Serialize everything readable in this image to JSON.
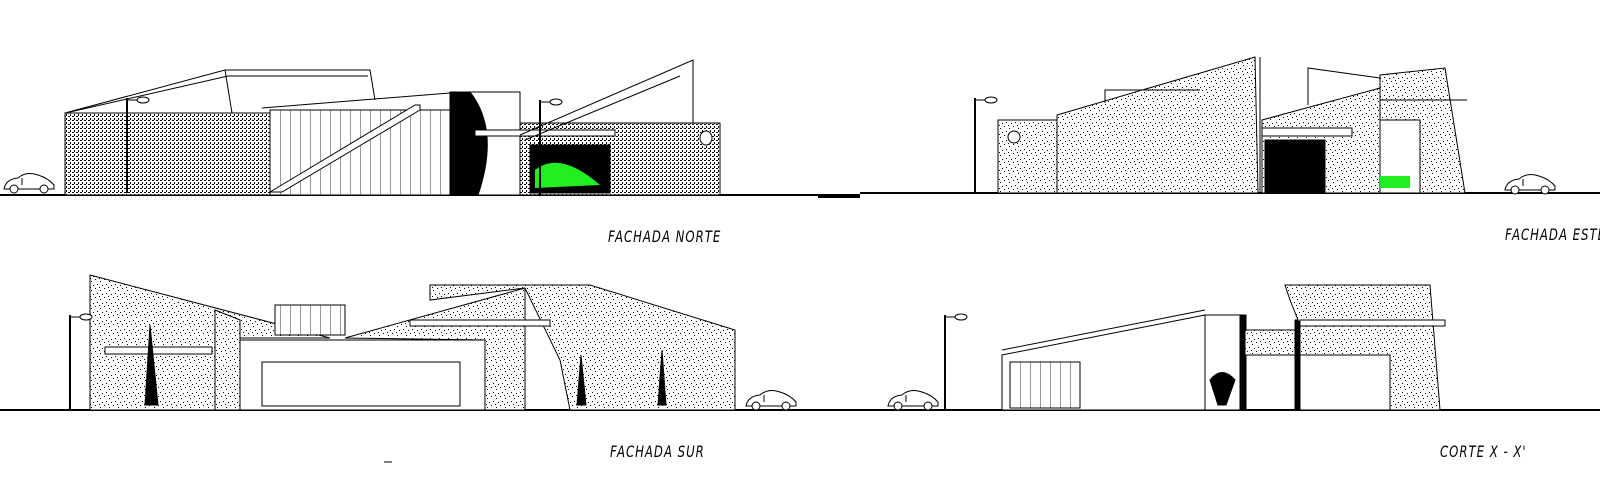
{
  "drawing": {
    "views": [
      {
        "id": "north",
        "label": "FACHADA NORTE"
      },
      {
        "id": "east",
        "label": "FACHADA ESTE"
      },
      {
        "id": "south",
        "label": "FACHADA SUR"
      },
      {
        "id": "section",
        "label": "CORTE X - X'"
      }
    ],
    "colors": {
      "line": "#000000",
      "vegetation": "#22ee22",
      "background": "#ffffff"
    }
  }
}
